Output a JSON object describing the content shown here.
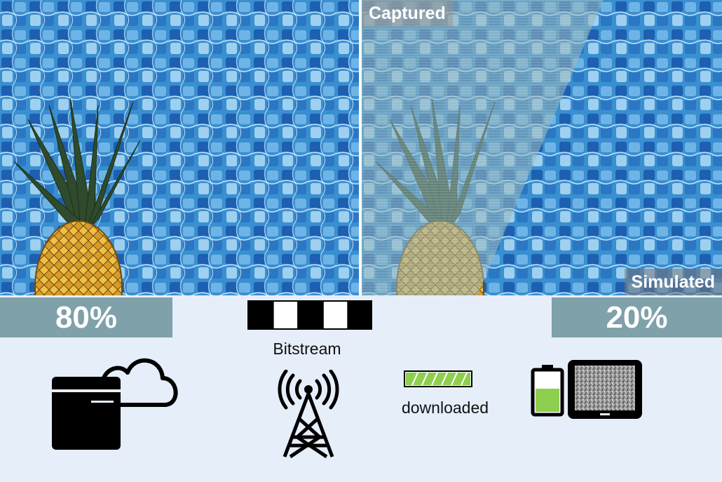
{
  "panels": {
    "left": {
      "subject": "pineapple-on-pool-tiles"
    },
    "right": {
      "captured_label": "Captured",
      "simulated_label": "Simulated"
    }
  },
  "percent_left": "80%",
  "percent_right": "20%",
  "bitstream": {
    "caption": "Bitstream",
    "bits": [
      1,
      0,
      1,
      0,
      1
    ]
  },
  "download": {
    "caption": "downloaded",
    "progress": 1.0
  },
  "battery_level": 0.55,
  "colors": {
    "background": "#e6eefa",
    "percent_bar": "#7fa1a9",
    "water": "#3a8fd0",
    "tile_dark": "#1d5fb0",
    "tile_light": "#9fd0f0",
    "green": "#8fcf4f"
  },
  "icons": [
    "server-icon",
    "cloud-icon",
    "antenna-tower-icon",
    "progress-bar-icon",
    "battery-icon",
    "tablet-icon"
  ]
}
